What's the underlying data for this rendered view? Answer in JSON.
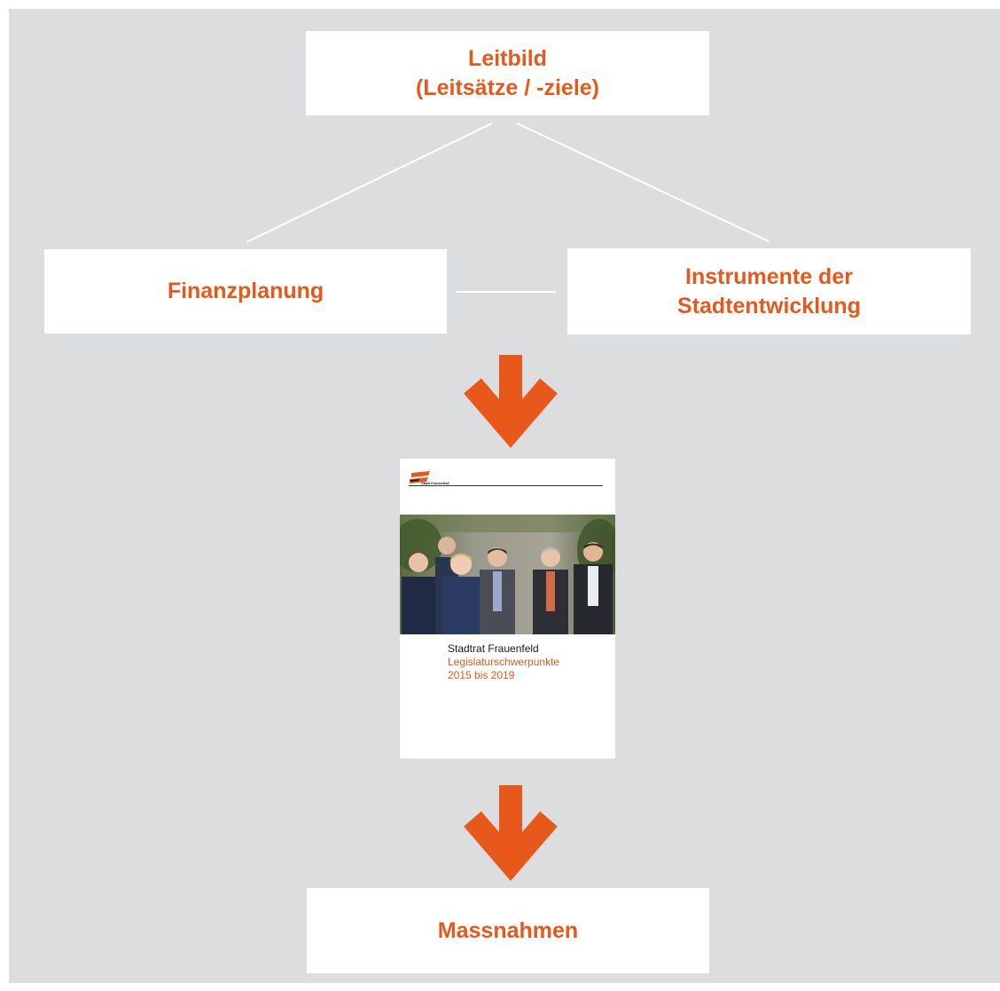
{
  "colors": {
    "accent": "#e8581b",
    "background": "#dcdddf",
    "box": "#ffffff"
  },
  "leitbild": {
    "line1": "Leitbild",
    "line2": "(Leitsätze / -ziele)"
  },
  "finanzplanung": {
    "label": "Finanzplanung"
  },
  "instrumente": {
    "line1": "Instrumente der",
    "line2": "Stadtentwicklung"
  },
  "brochure": {
    "logo_text": "Stadt Frauenfeld",
    "title": "Stadtrat Frauenfeld",
    "subtitle": "Legislaturschwerpunkte",
    "period": "2015 bis 2019",
    "photo": "group-photo"
  },
  "massnahmen": {
    "label": "Massnahmen"
  },
  "icons": {
    "arrow": "down-arrow-icon"
  }
}
